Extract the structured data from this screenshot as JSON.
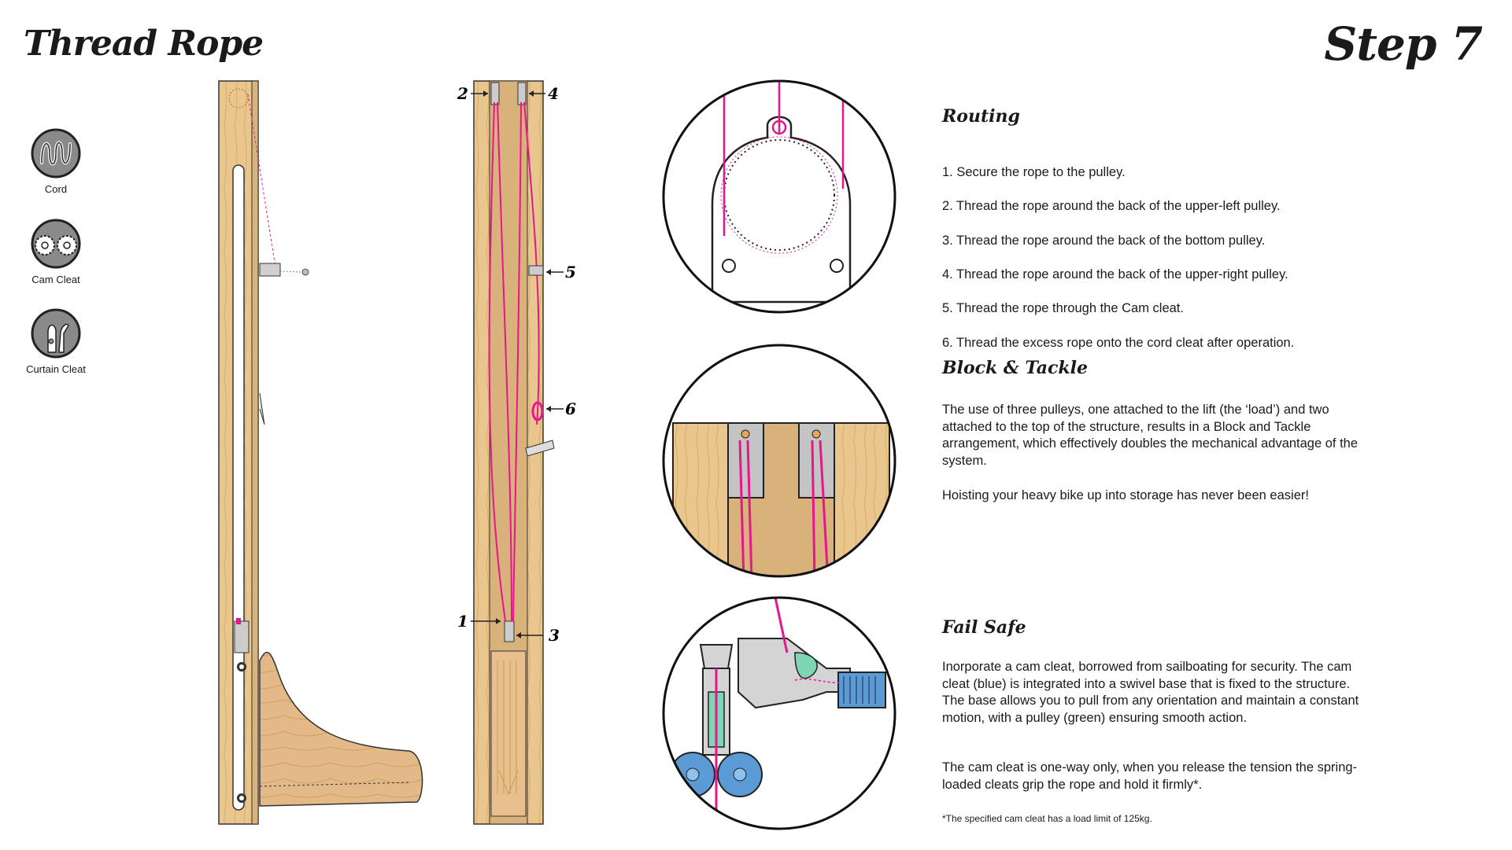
{
  "header": {
    "title": "Thread Rope",
    "step": "Step 7"
  },
  "legend": [
    {
      "label": "Cord",
      "icon": "cord-icon"
    },
    {
      "label": "Cam Cleat",
      "icon": "cam-cleat-icon"
    },
    {
      "label": "Curtain Cleat",
      "icon": "curtain-cleat-icon"
    }
  ],
  "callouts": [
    "1",
    "2",
    "3",
    "4",
    "5",
    "6"
  ],
  "sections": {
    "routing": {
      "heading": "Routing",
      "steps": [
        "1. Secure the rope to the pulley.",
        "2. Thread the rope around the back of the upper-left pulley.",
        "3. Thread the rope around the back of the bottom pulley.",
        "4. Thread the rope around the  back of the upper-right pulley.",
        "5. Thread the rope through the Cam cleat.",
        "6. Thread the excess rope onto the cord cleat after operation."
      ]
    },
    "block_tackle": {
      "heading": "Block & Tackle",
      "paragraph1": "The use of three pulleys, one attached to the lift (the ‘load’) and two attached to the top of the structure, results in a Block and Tackle arrangement, which effectively doubles the mechanical advantage of the system.",
      "paragraph2": "Hoisting your heavy bike up into storage has never been easier!"
    },
    "fail_safe": {
      "heading": "Fail Safe",
      "paragraph1": "Inorporate a cam cleat, borrowed from sailboating for security. The cam cleat (blue) is integrated into a swivel base that is fixed to the structure. The base allows you to pull from any orientation and maintain a constant motion, with a pulley (green) ensuring smooth action.",
      "paragraph2": "The cam cleat is one-way only, when you release the tension the spring-loaded cleats grip the rope and hold it firmly*.",
      "footnote": "*The specified cam cleat has a load limit of 125kg."
    }
  },
  "colors": {
    "rope": "#e6168c",
    "wood": "#e7c38a",
    "wood_dark": "#c99a55",
    "cam_blue": "#5b9bd5",
    "pulley_green": "#7fd6b5",
    "metal": "#c8c8c8"
  }
}
